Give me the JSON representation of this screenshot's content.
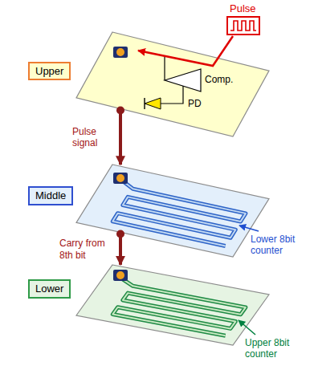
{
  "diagram": {
    "nodes": [
      {
        "text": [
          "Upper"
        ]
      },
      {
        "text": [
          "Middle"
        ]
      },
      {
        "text": [
          "Lower"
        ]
      }
    ],
    "edges": [
      {
        "from": 0,
        "to": 1,
        "arrow": "to",
        "label": "Pulse signal"
      },
      {
        "from": 1,
        "to": 2,
        "arrow": "to",
        "label": "Carry from 8th bit"
      }
    ],
    "labels": [
      "Pulse",
      "Comp.",
      "PD",
      "Lower 8bit counter",
      "Upper 8bit counter"
    ]
  }
}
